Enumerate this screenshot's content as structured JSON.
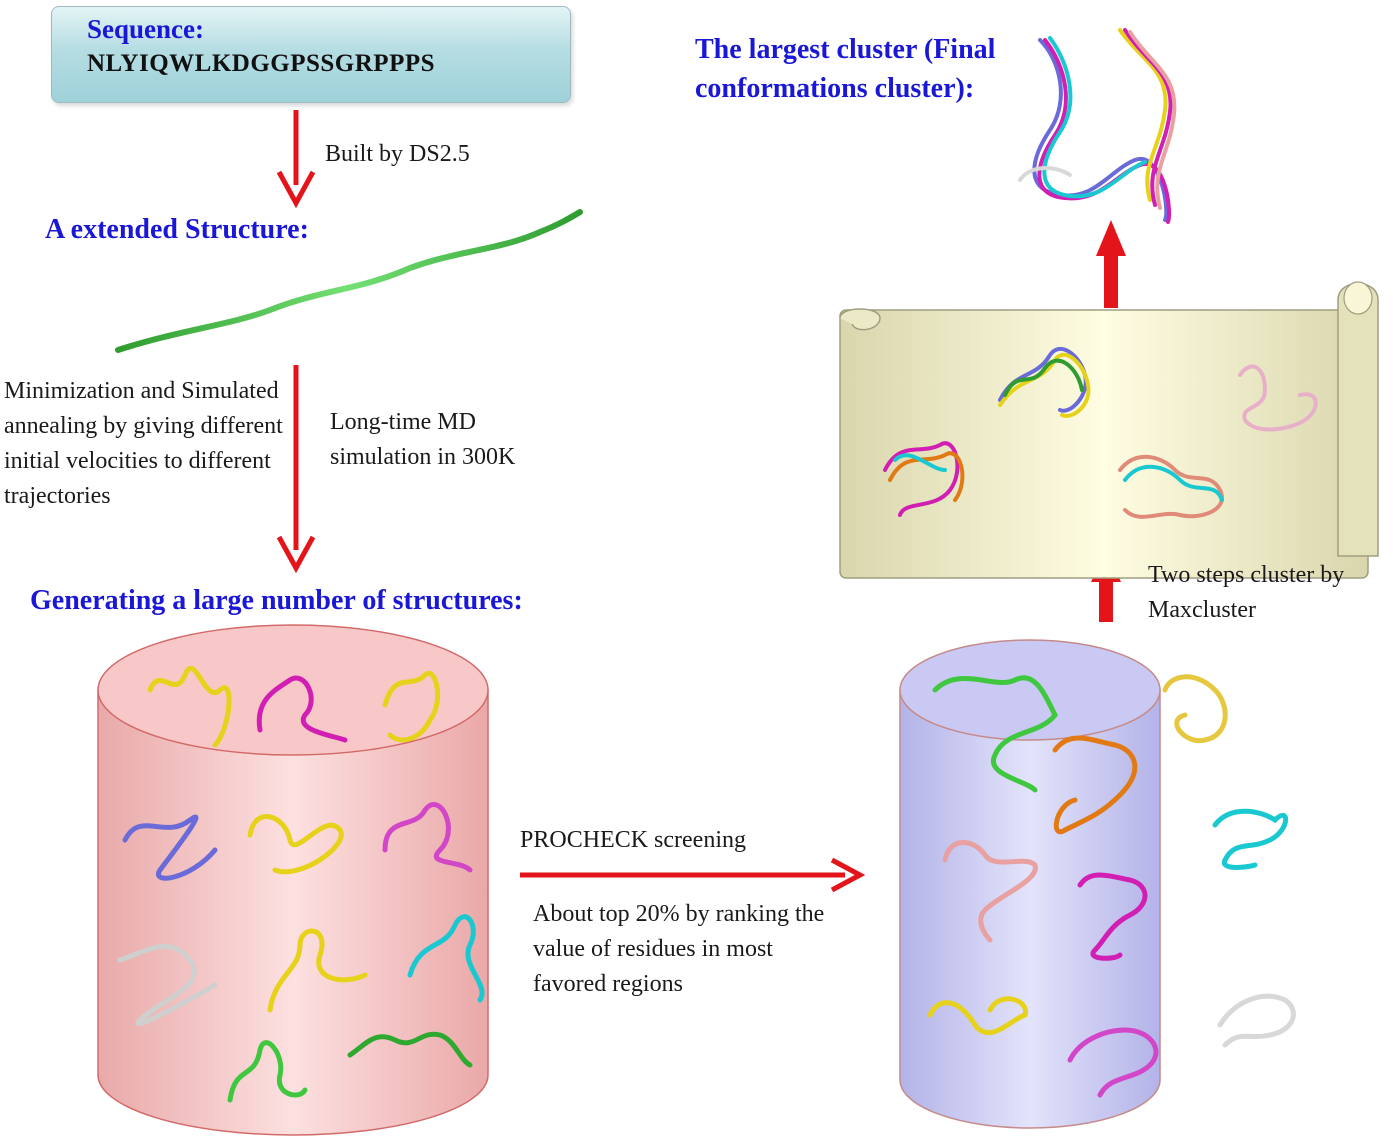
{
  "sequence": {
    "label": "Sequence:",
    "value": "NLYIQWLKDGGPSSGRPPPS"
  },
  "steps": {
    "built_by": "Built by DS2.5",
    "extended_structure": "A extended Structure:",
    "minimization": "Minimization and Simulated annealing by giving different  initial velocities  to different trajectories",
    "long_md": "Long-time MD simulation in 300K",
    "generating": "Generating a large number of structures:",
    "procheck": "PROCHECK screening",
    "about_top": "About top 20% by ranking the value of residues in most favored regions",
    "two_steps": "Two steps cluster by Maxcluster",
    "largest_cluster": "The largest cluster (Final conformations cluster):"
  },
  "colors": {
    "arrow": "#e3151a",
    "title_blue": "#1a17d6",
    "left_cylinder": "#f6c9c9",
    "right_cylinder": "#c8c8f2",
    "scroll": "#f1efc9",
    "extended_chain": "#3fbf3f"
  },
  "structures": {
    "left_cylinder": [
      "yellow",
      "magenta",
      "yellow",
      "blue",
      "yellow",
      "magenta",
      "white",
      "yellow",
      "cyan",
      "green",
      "green"
    ],
    "right_cylinder": [
      "green",
      "yellow",
      "orange",
      "pink",
      "cyan",
      "magenta",
      "yellow",
      "magenta",
      "white"
    ],
    "clusters": [
      "multicolor",
      "multicolor",
      "pink",
      "multicolor"
    ]
  }
}
